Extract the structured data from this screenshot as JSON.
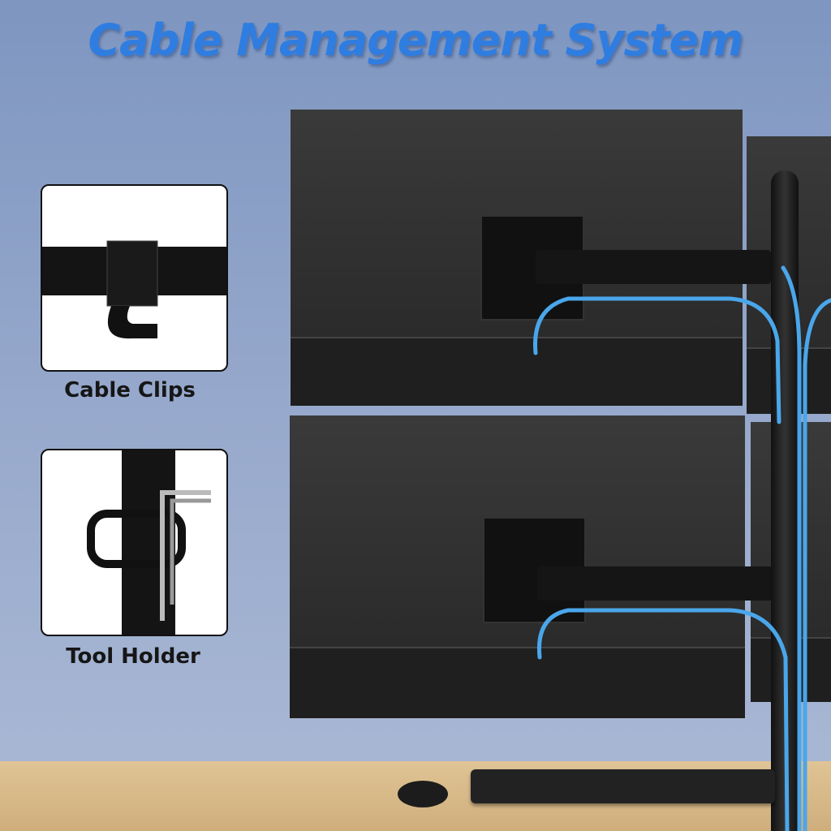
{
  "title": "Cable Management System",
  "features": [
    {
      "label": "Cable Clips",
      "icon": "cable-clip-icon"
    },
    {
      "label": "Tool Holder",
      "icon": "tool-holder-icon"
    }
  ],
  "colors": {
    "title": "#2f7de0",
    "cable": "#4aa6ea",
    "background": "#8fa3c8",
    "desk": "#d8b888"
  }
}
